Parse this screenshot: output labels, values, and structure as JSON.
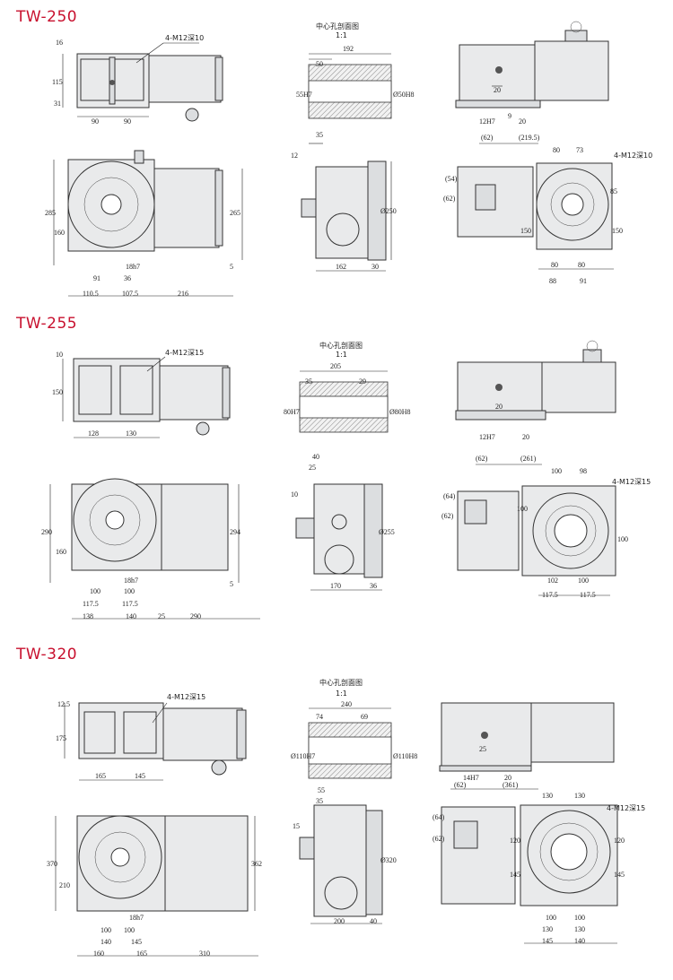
{
  "sections": [
    {
      "model": "TW-250",
      "top_view": {
        "callout": "4-M12深10",
        "dims": {
          "a": "16",
          "b": "115",
          "c": "31",
          "d": "90",
          "e": "90"
        }
      },
      "section_view": {
        "caption": "中心孔剖面图",
        "scale": "1:1",
        "dims": {
          "len": "192",
          "inner": "50",
          "left": "55H7",
          "right": "Ø50H8"
        }
      },
      "side_top": {
        "dims": {
          "a": "20",
          "b": "12H7",
          "c": "9",
          "d": "20"
        }
      },
      "front_view": {
        "dims": {
          "h_total": "285",
          "h_center": "160",
          "h_right": "265",
          "gap": "5",
          "key": "18h7",
          "w91": "91",
          "w36": "36",
          "w1105": "110.5",
          "w1075": "107.5",
          "w216": "216"
        }
      },
      "side_view": {
        "dims": {
          "a": "35",
          "b": "12",
          "c": "Ø250",
          "d": "162",
          "e": "30"
        }
      },
      "face_view": {
        "callout": "4-M12深10",
        "dims": {
          "a": "(62)",
          "b": "(219.5)",
          "c": "80",
          "d": "73",
          "e": "(54)",
          "f": "(62)",
          "g": "85",
          "h": "150",
          "i": "150",
          "j": "80",
          "k": "80",
          "l": "88",
          "m": "91"
        }
      }
    },
    {
      "model": "TW-255",
      "top_view": {
        "callout": "4-M12深15",
        "dims": {
          "a": "10",
          "b": "150",
          "d": "128",
          "e": "130"
        }
      },
      "section_view": {
        "caption": "中心孔剖面图",
        "scale": "1:1",
        "dims": {
          "len": "205",
          "inner": "35",
          "inner2": "29",
          "left": "80H7",
          "right": "Ø80H8"
        }
      },
      "side_top": {
        "dims": {
          "a": "20",
          "b": "12H7",
          "c": "20"
        }
      },
      "front_view": {
        "dims": {
          "h_total": "290",
          "h_center": "160",
          "h_right": "294",
          "gap": "5",
          "key": "18h7",
          "w100a": "100",
          "w100b": "100",
          "w1175a": "117.5",
          "w1175b": "117.5",
          "w138": "138",
          "w140": "140",
          "w25": "25",
          "w290": "290"
        }
      },
      "side_view": {
        "dims": {
          "a": "40",
          "b": "25",
          "c": "10",
          "d": "Ø255",
          "e": "170",
          "f": "36"
        }
      },
      "face_view": {
        "callout": "4-M12深15",
        "dims": {
          "a": "(62)",
          "b": "(261)",
          "c": "100",
          "d": "98",
          "e": "(64)",
          "f": "(62)",
          "g": "100",
          "h": "100",
          "i": "102",
          "j": "100",
          "k": "117.5",
          "l": "117.5"
        }
      }
    },
    {
      "model": "TW-320",
      "top_view": {
        "callout": "4-M12深15",
        "dims": {
          "a": "12.5",
          "b": "175",
          "d": "165",
          "e": "145"
        }
      },
      "section_view": {
        "caption": "中心孔剖面图",
        "scale": "1:1",
        "dims": {
          "len": "240",
          "inner": "74",
          "inner2": "69",
          "left": "Ø110H7",
          "right": "Ø110H8"
        }
      },
      "side_top": {
        "dims": {
          "a": "25",
          "b": "14H7",
          "c": "20"
        }
      },
      "front_view": {
        "dims": {
          "h_total": "370",
          "h_center": "210",
          "h_right": "362",
          "key": "18h7",
          "w100": "100",
          "w100b": "100",
          "w140": "140",
          "w145": "145",
          "w160": "160",
          "w165": "165",
          "w310": "310"
        }
      },
      "side_view": {
        "dims": {
          "a": "55",
          "b": "35",
          "c": "15",
          "d": "Ø320",
          "e": "200",
          "f": "40"
        }
      },
      "face_view": {
        "callout": "4-M12深15",
        "dims": {
          "a": "(62)",
          "b": "(361)",
          "c": "130",
          "d": "130",
          "e": "(64)",
          "f": "(62)",
          "g": "120",
          "h": "120",
          "i": "145",
          "j": "145",
          "k": "100",
          "l": "100",
          "m": "130",
          "n": "130",
          "o": "145",
          "p": "140"
        }
      }
    }
  ],
  "colors": {
    "title": "#c8102e",
    "body": "#e9eaeb",
    "line": "#222222"
  }
}
